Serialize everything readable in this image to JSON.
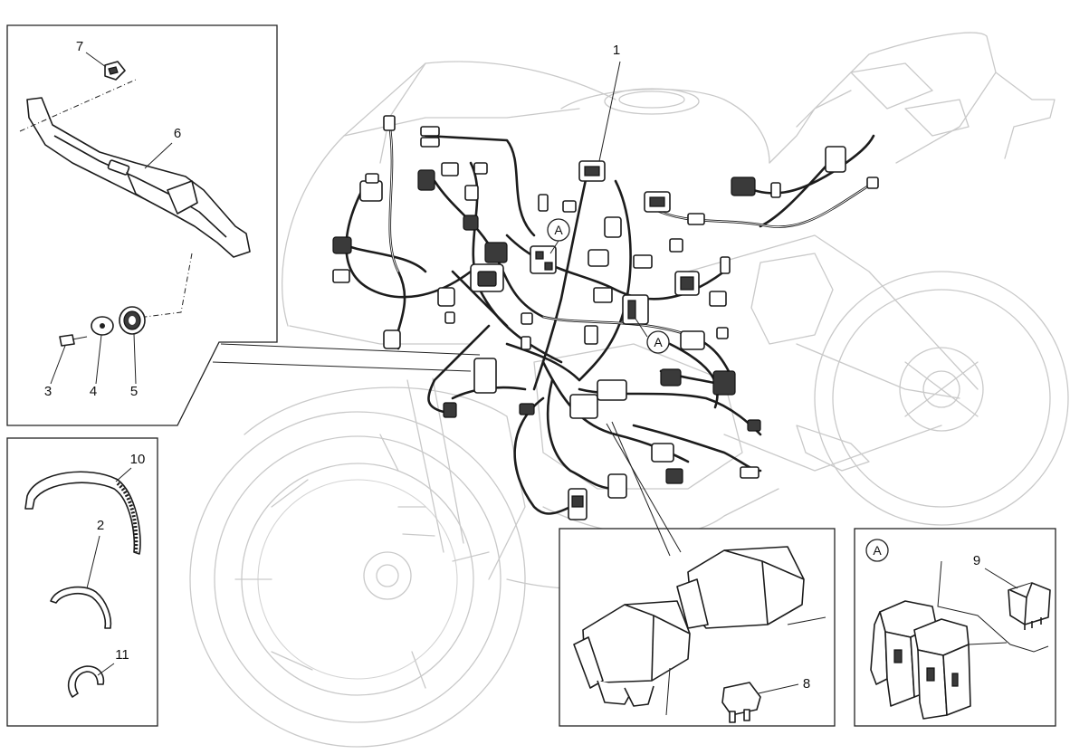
{
  "callouts": {
    "c1": "1",
    "c2": "2",
    "c3": "3",
    "c4": "4",
    "c5": "5",
    "c6": "6",
    "c7": "7",
    "c8": "8",
    "c9": "9",
    "c10": "10",
    "c11": "11"
  },
  "detail_marker": "A",
  "colors": {
    "line": "#1c1c1c",
    "ghost": "#c9c9c9",
    "frame": "#222222"
  }
}
